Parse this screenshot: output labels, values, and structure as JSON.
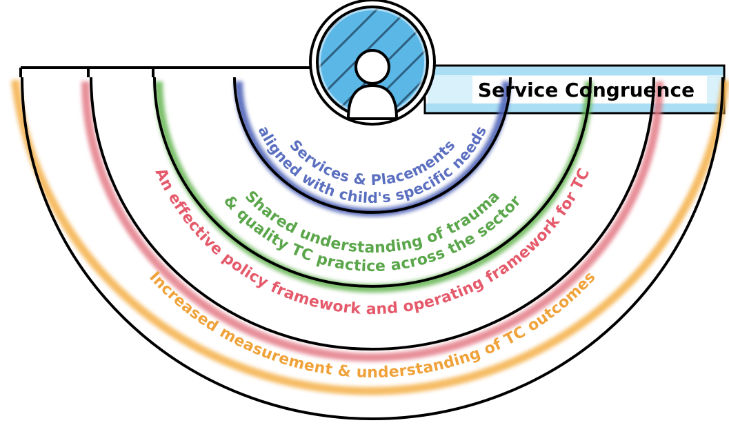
{
  "title": "Service Congruence",
  "layers": [
    {
      "id": "services",
      "label_lines": [
        "Services & Placements",
        "aligned with child's specific needs"
      ],
      "color": "#5b6fc0"
    },
    {
      "id": "shared",
      "label_lines": [
        "Shared understanding of trauma",
        "& quality TC practice across the sector"
      ],
      "color": "#5aa64a"
    },
    {
      "id": "policy",
      "label_lines": [
        "An effective policy framework and operating framework for TC"
      ],
      "color": "#e55a6b"
    },
    {
      "id": "measurement",
      "label_lines": [
        "Increased measurement & understanding of TC outcomes"
      ],
      "color": "#f0a23a"
    }
  ],
  "colors": {
    "banner_fill": "#bfe6f7",
    "banner_edge": "#7dcbee",
    "person_bg": "#5bb7e6"
  },
  "icons": [
    "child-person-icon"
  ]
}
